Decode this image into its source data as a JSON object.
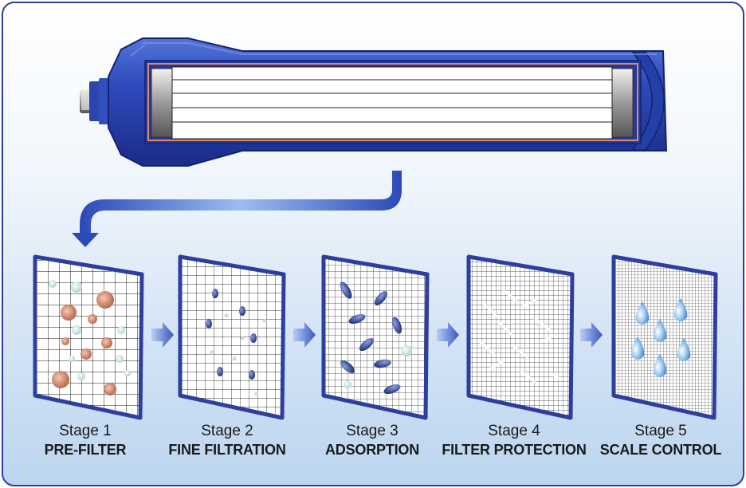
{
  "stages": [
    {
      "number": "Stage 1",
      "name": "PRE-FILTER",
      "color": "#2d3f9e"
    },
    {
      "number": "Stage 2",
      "name": "FINE FILTRATION",
      "color": "#2d3f9e"
    },
    {
      "number": "Stage 3",
      "name": "ADSORPTION",
      "color": "#2d3f9e"
    },
    {
      "number": "Stage 4",
      "name": "FILTER PROTECTION",
      "color": "#2d3f9e"
    },
    {
      "number": "Stage 5",
      "name": "SCALE CONTROL",
      "color": "#2d3f9e"
    }
  ],
  "colors": {
    "housing": "#2b47b5",
    "housing_dark": "#1b2c86",
    "arrow": "#3b5fc9",
    "sediment": "#c97a5c",
    "droplet": "#7fb5e6"
  }
}
